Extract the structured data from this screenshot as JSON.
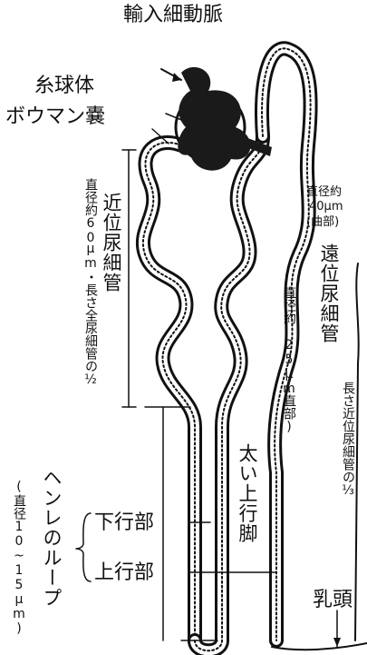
{
  "labels": {
    "afferent_arteriole": "輸入細動脈",
    "glomerulus": "糸球体",
    "bowman_capsule": "ボウマン嚢",
    "proximal_diameter": "直径約60",
    "proximal_unit": "μm・長さ全尿細管の½",
    "proximal_tubule": "近位尿細管",
    "distal_curve_diameter": "直径約",
    "distal_curve_size": "40μm",
    "distal_curve_part": "(曲部)",
    "distal_tubule": "遠位尿細管",
    "distal_length": "長さ近位尿細管の⅓",
    "distal_straight_diameter": "直径約",
    "distal_straight_size": "25μm",
    "distal_straight_part": "(直部)",
    "thick_ascending": "太い上行脚",
    "henle_loop": "ヘンレのループ",
    "henle_diameter": "(直径10~15μm)",
    "descending": "下行部",
    "ascending": "上行部",
    "papilla": "乳頭"
  },
  "colors": {
    "ink": "#111111",
    "tubule_fill": "#ffffff",
    "glomerulus": "#1a1a1a"
  }
}
